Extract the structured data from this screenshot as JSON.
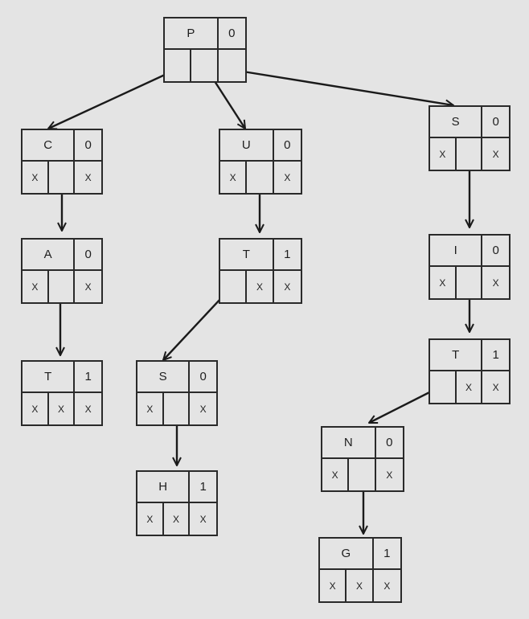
{
  "nodes": [
    {
      "id": "n-root",
      "char": "P",
      "flag": "0",
      "ptrs": [
        "",
        "",
        ""
      ]
    },
    {
      "id": "n-c",
      "char": "C",
      "flag": "0",
      "ptrs": [
        "X",
        "",
        "X"
      ]
    },
    {
      "id": "n-u",
      "char": "U",
      "flag": "0",
      "ptrs": [
        "X",
        "",
        "X"
      ]
    },
    {
      "id": "n-s",
      "char": "S",
      "flag": "0",
      "ptrs": [
        "X",
        "",
        "X"
      ]
    },
    {
      "id": "n-ca",
      "char": "A",
      "flag": "0",
      "ptrs": [
        "X",
        "",
        "X"
      ]
    },
    {
      "id": "n-ut",
      "char": "T",
      "flag": "1",
      "ptrs": [
        "",
        "X",
        "X"
      ]
    },
    {
      "id": "n-si",
      "char": "I",
      "flag": "0",
      "ptrs": [
        "X",
        "",
        "X"
      ]
    },
    {
      "id": "n-cat",
      "char": "T",
      "flag": "1",
      "ptrs": [
        "X",
        "X",
        "X"
      ]
    },
    {
      "id": "n-uts",
      "char": "S",
      "flag": "0",
      "ptrs": [
        "X",
        "",
        "X"
      ]
    },
    {
      "id": "n-sit",
      "char": "T",
      "flag": "1",
      "ptrs": [
        "",
        "X",
        "X"
      ]
    },
    {
      "id": "n-utsh",
      "char": "H",
      "flag": "1",
      "ptrs": [
        "X",
        "X",
        "X"
      ]
    },
    {
      "id": "n-sitn",
      "char": "N",
      "flag": "0",
      "ptrs": [
        "X",
        "",
        "X"
      ]
    },
    {
      "id": "n-sitng",
      "char": "G",
      "flag": "1",
      "ptrs": [
        "X",
        "X",
        "X"
      ]
    }
  ],
  "edges": [
    {
      "from": "n-root",
      "to": "n-c"
    },
    {
      "from": "n-root",
      "to": "n-u"
    },
    {
      "from": "n-root",
      "to": "n-s"
    },
    {
      "from": "n-c",
      "to": "n-ca"
    },
    {
      "from": "n-u",
      "to": "n-ut"
    },
    {
      "from": "n-s",
      "to": "n-si"
    },
    {
      "from": "n-ca",
      "to": "n-cat"
    },
    {
      "from": "n-ut",
      "to": "n-uts"
    },
    {
      "from": "n-si",
      "to": "n-sit"
    },
    {
      "from": "n-uts",
      "to": "n-utsh"
    },
    {
      "from": "n-sit",
      "to": "n-sitn"
    },
    {
      "from": "n-sitn",
      "to": "n-sitng"
    }
  ]
}
